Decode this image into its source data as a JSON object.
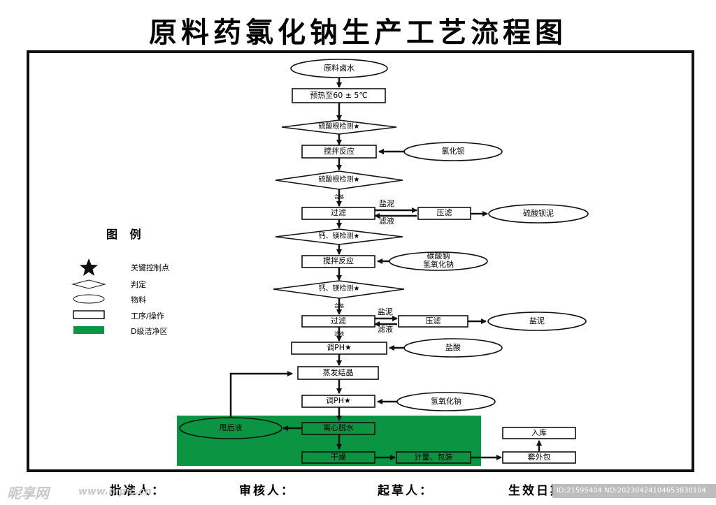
{
  "title": "原料药氯化钠生产工艺流程图",
  "colors": {
    "green_zone": "#0b9442",
    "border": "#111111"
  },
  "nodes": {
    "raw_brine": "原料卤水",
    "preheat": "预热至60 ± 5℃",
    "sulfate_check1": "硫酸根检测★",
    "stir1": "搅拌反应",
    "barium_chloride": "氯化钡",
    "sulfate_check2": "硫酸根检测★",
    "filter1": "过滤",
    "press1": "压滤",
    "barium_sulfate_mud": "硫酸钡泥",
    "ca_mg_check1": "钙、镁检测★",
    "stir2": "搅拌反应",
    "reagents2_line1": "碳酸钠",
    "reagents2_line2": "氢氧化钠",
    "ca_mg_check2": "钙、镁检测★",
    "filter2": "过滤",
    "press2": "压滤",
    "salt_mud_out": "盐泥",
    "adjust_ph1": "调PH★",
    "hydrochloric_acid": "盐酸",
    "evaporation": "蒸发结晶",
    "adjust_ph2": "调PH★",
    "sodium_hydroxide": "氢氧化钠",
    "centrifuge": "离心脱水",
    "used_liquid": "甩后液",
    "dry": "干燥",
    "weigh_pack": "计量、包装",
    "outer_pack": "套外包",
    "warehouse": "入库"
  },
  "edge_labels": {
    "qualified": "合格",
    "salt_mud": "盐泥",
    "filtrate": "滤液"
  },
  "legend": {
    "title": "图 例",
    "items": [
      {
        "icon": "star",
        "label": "关键控制点"
      },
      {
        "icon": "diamond",
        "label": "判定"
      },
      {
        "icon": "ellipse",
        "label": "物料"
      },
      {
        "icon": "rectangle",
        "label": "工序/操作"
      },
      {
        "icon": "green-rect",
        "label": "D级洁净区"
      }
    ]
  },
  "footer": {
    "approver": "批准人：",
    "reviewer": "审核人：",
    "drafter": "起草人：",
    "effective_date": "生效日期："
  },
  "watermark": {
    "brand": "昵享网",
    "url": "www.nipic.cn",
    "id_text": "ID:21595404 NO:20230424104653830104"
  }
}
